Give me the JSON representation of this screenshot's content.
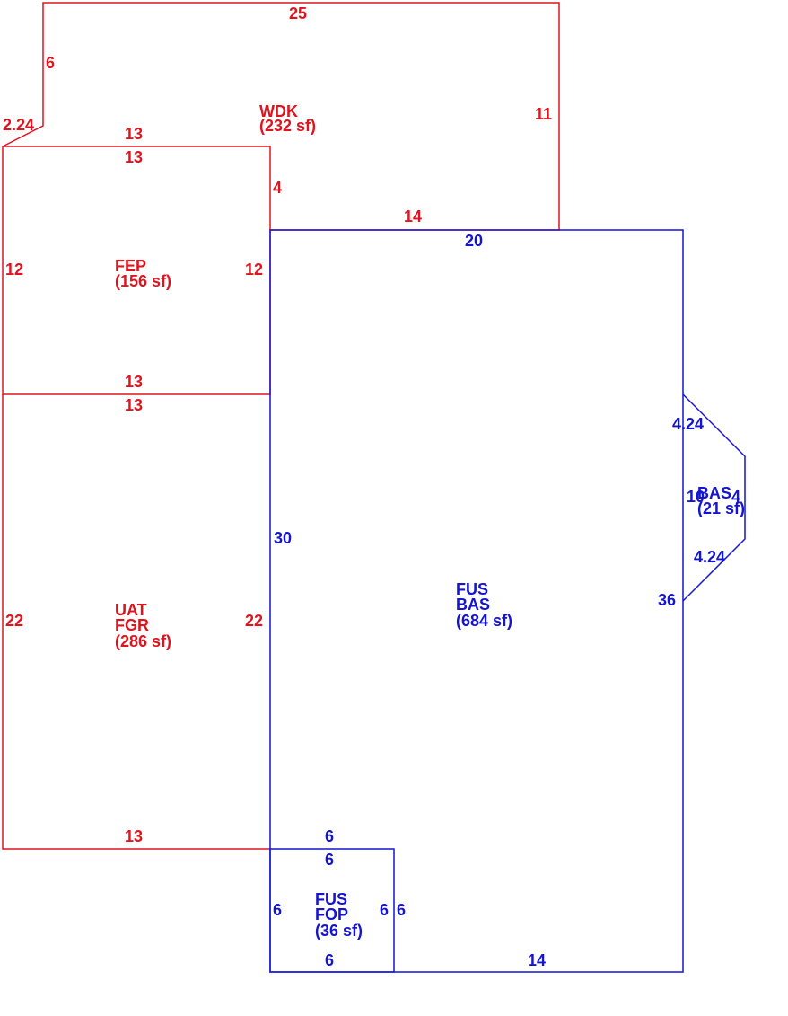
{
  "colors": {
    "red": "#e0141e",
    "blue": "#1414d2"
  },
  "areas": {
    "wdk": {
      "code": "WDK",
      "area": "(232 sf)"
    },
    "fep": {
      "code": "FEP",
      "area": "(156 sf)"
    },
    "uat": {
      "code1": "UAT",
      "code2": "FGR",
      "area": "(286 sf)"
    },
    "main": {
      "code1": "FUS",
      "code2": "BAS",
      "area": "(684 sf)"
    },
    "bay": {
      "code": "BAS",
      "area": "(21 sf)"
    },
    "porch": {
      "code1": "FUS",
      "code2": "FOP",
      "area": "(36 sf)"
    }
  },
  "dims": {
    "wdk_top": "25",
    "wdk_left": "6",
    "wdk_diag": "2.24",
    "wdk_right": "11",
    "wdk_inner": "4",
    "wdk_bottom": "14",
    "wdk_fep_top": "13",
    "fep_top": "13",
    "fep_left": "12",
    "fep_right": "12",
    "fep_bottom": "13",
    "uat_top": "13",
    "uat_left": "22",
    "uat_right": "22",
    "uat_bottom": "13",
    "main_top": "20",
    "main_left": "30",
    "main_right": "36",
    "main_bottom": "14",
    "bay_diag_top": "4.24",
    "bay_diag_bottom": "4.24",
    "bay_inner": "10",
    "bay_outer": "4",
    "porch_top_outer": "6",
    "porch_top": "6",
    "porch_left": "6",
    "porch_right": "6",
    "porch_right_outer": "6",
    "porch_bottom": "6"
  }
}
